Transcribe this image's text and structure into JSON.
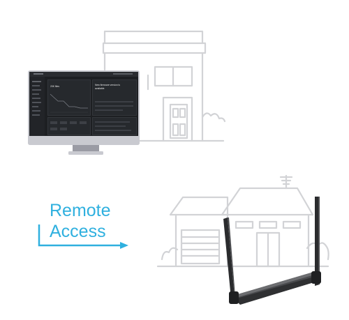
{
  "caption": {
    "line1": "Remote",
    "line2": "Access"
  },
  "dashboard": {
    "card_left_title": "20K files",
    "card_right_title": "New firmware version is available."
  },
  "colors": {
    "line_art": "#d2d3d6",
    "accent": "#2fb0df",
    "screen": "#1d1f22",
    "device": "#3a3b3e"
  },
  "icons": {
    "house_top": "house-outline-icon",
    "house_bottom": "house-with-garage-outline-icon",
    "monitor": "desktop-monitor-icon",
    "router": "wireless-router-icon",
    "arrow": "right-arrow-icon"
  }
}
